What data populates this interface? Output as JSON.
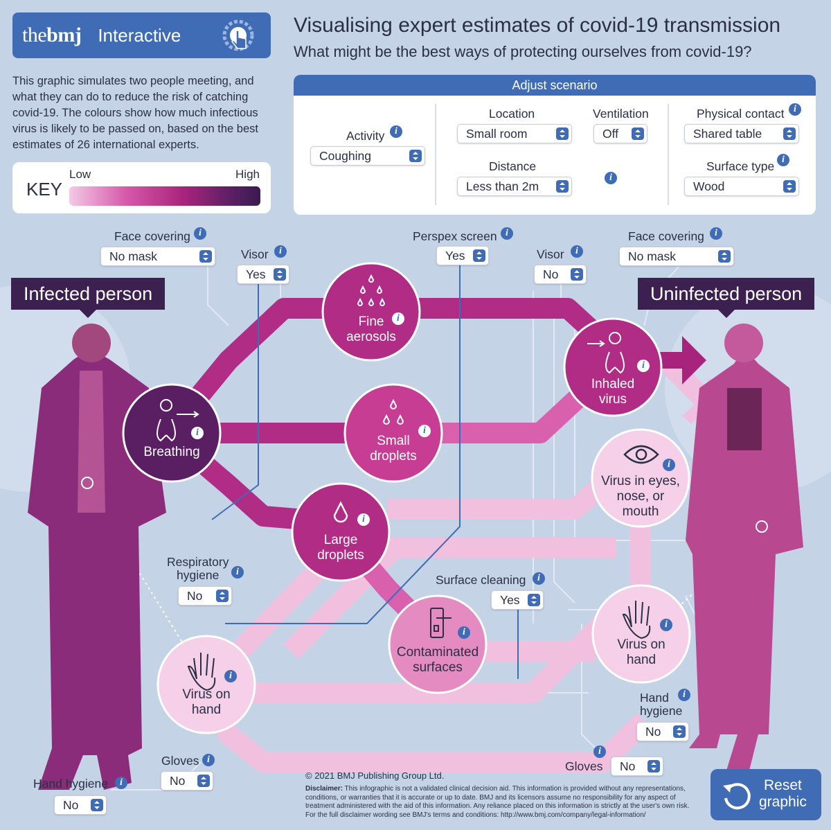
{
  "header": {
    "brand_logo_prefix": "the",
    "brand_logo_bold": "bmj",
    "brand_product": "Interactive",
    "title": "Visualising expert estimates of covid-19 transmission",
    "subtitle": "What might be the best ways of protecting ourselves from covid-19?"
  },
  "intro": "This graphic simulates two people meeting, and what they can do to reduce the risk of catching covid-19. The colours show how much infectious virus is likely to be passed on, based on the best estimates of 26 international experts.",
  "key": {
    "title": "KEY",
    "low": "Low",
    "high": "High"
  },
  "scenario": {
    "heading": "Adjust scenario",
    "activity_label": "Activity",
    "activity_value": "Coughing",
    "location_label": "Location",
    "location_value": "Small room",
    "ventilation_label": "Ventilation",
    "ventilation_value": "Off",
    "distance_label": "Distance",
    "distance_value": "Less than 2m",
    "contact_label": "Physical contact",
    "contact_value": "Shared table",
    "surface_label": "Surface type",
    "surface_value": "Wood"
  },
  "controls": {
    "face_covering_left_label": "Face covering",
    "face_covering_left_value": "No mask",
    "visor_left_label": "Visor",
    "visor_left_value": "Yes",
    "perspex_label": "Perspex screen",
    "perspex_value": "Yes",
    "visor_right_label": "Visor",
    "visor_right_value": "No",
    "face_covering_right_label": "Face covering",
    "face_covering_right_value": "No mask",
    "resp_hygiene_label_1": "Respiratory",
    "resp_hygiene_label_2": "hygiene",
    "resp_hygiene_value": "No",
    "surface_cleaning_label": "Surface cleaning",
    "surface_cleaning_value": "Yes",
    "hand_hygiene_right_label_1": "Hand",
    "hand_hygiene_right_label_2": "hygiene",
    "hand_hygiene_right_value": "No",
    "gloves_left_label": "Gloves",
    "gloves_left_value": "No",
    "hand_hygiene_left_label": "Hand hygiene",
    "hand_hygiene_left_value": "No",
    "gloves_right_label": "Gloves",
    "gloves_right_value": "No"
  },
  "people": {
    "infected": "Infected person",
    "uninfected": "Uninfected person"
  },
  "nodes": {
    "breathing": "Breathing",
    "fine_aerosols_1": "Fine",
    "fine_aerosols_2": "aerosols",
    "small_droplets_1": "Small",
    "small_droplets_2": "droplets",
    "large_droplets_1": "Large",
    "large_droplets_2": "droplets",
    "inhaled_virus_1": "Inhaled",
    "inhaled_virus_2": "virus",
    "eyes_1": "Virus in eyes,",
    "eyes_2": "nose, or",
    "eyes_3": "mouth",
    "hand_left_1": "Virus on",
    "hand_left_2": "hand",
    "surfaces_1": "Contaminated",
    "surfaces_2": "surfaces",
    "hand_right_1": "Virus on",
    "hand_right_2": "hand"
  },
  "footer": {
    "copyright": "© 2021 BMJ Publishing Group Ltd.",
    "disclaimer_bold": "Disclaimer:",
    "disclaimer": " This infographic is not a validated clinical decision aid. This information is provided without any representations, conditions, or warranties that it is accurate or up to date. BMJ and its licensors assume no responsibility for any aspect of treatment administered with the aid of this information. Any reliance placed on this information is strictly at the user's own risk. For the full disclaimer wording see BMJ's terms and conditions: http://www.bmj.com/company/legal-information/",
    "reset_1": "Reset",
    "reset_2": "graphic"
  },
  "colors": {
    "background": "#c5d3e7",
    "brand_blue": "#3f6cb5",
    "dark_purple": "#3c2150",
    "magenta_high": "#a8247c",
    "magenta_mid": "#c63d93",
    "pink_low": "#f0c0de"
  },
  "icons": {
    "touch": "touch-hand-icon",
    "info": "info-icon",
    "select_arrows": "updown-arrows-icon",
    "reset": "reset-arrow-icon"
  }
}
